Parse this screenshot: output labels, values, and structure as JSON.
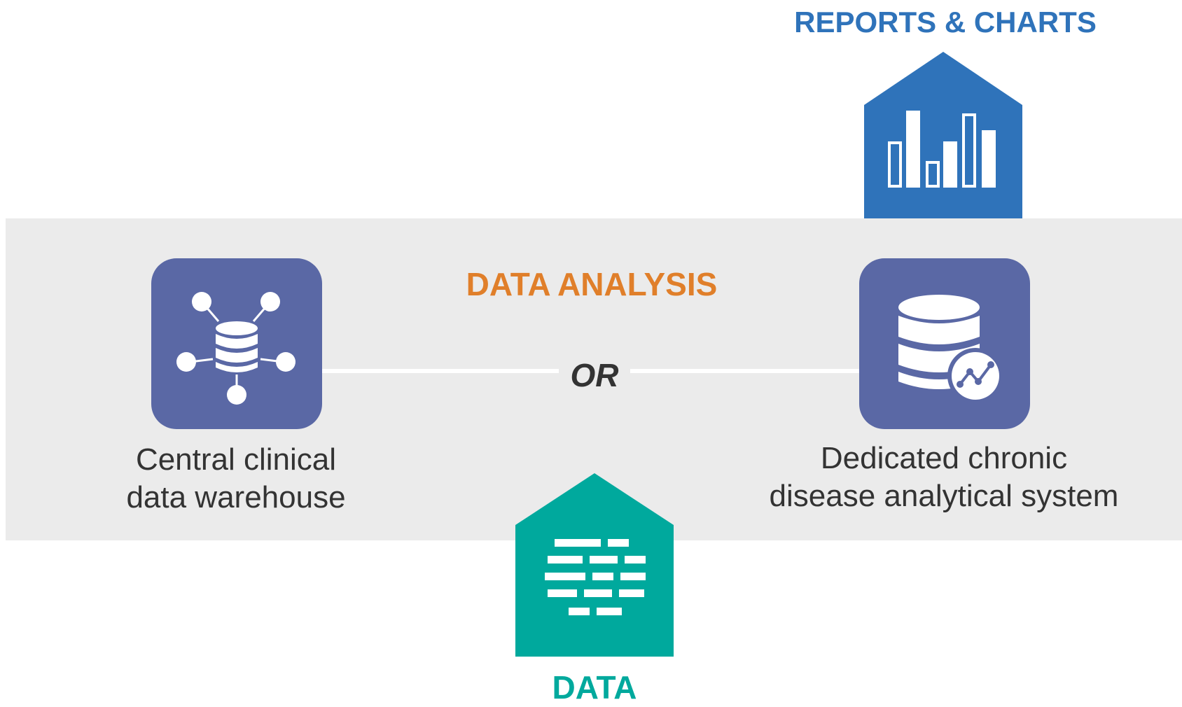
{
  "reports": {
    "label": "REPORTS & CHARTS",
    "icon": "bar-chart-house-icon",
    "color": "#2f73ba"
  },
  "analysis": {
    "label": "DATA ANALYSIS",
    "or_label": "OR",
    "color": "#e07f2a",
    "band_color": "#ebebeb",
    "options": [
      {
        "caption_line1": "Central clinical",
        "caption_line2": "data warehouse",
        "icon": "networked-database-icon"
      },
      {
        "caption_line1": "Dedicated chronic",
        "caption_line2": "disease analytical system",
        "icon": "database-analytics-icon"
      }
    ],
    "tile_color": "#5a68a5"
  },
  "data": {
    "label": "DATA",
    "icon": "data-records-house-icon",
    "color": "#00a99d"
  }
}
